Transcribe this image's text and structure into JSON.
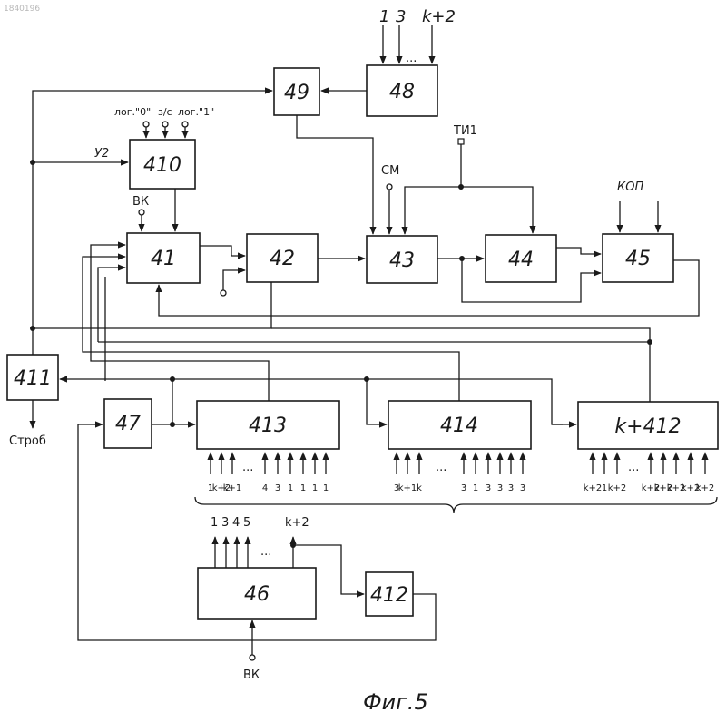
{
  "doc_number": "1840196",
  "figure_caption": "Фиг.5",
  "blocks": {
    "b41": "41",
    "b42": "42",
    "b43": "43",
    "b44": "44",
    "b45": "45",
    "b46": "46",
    "b47": "47",
    "b48": "48",
    "b49": "49",
    "b410": "410",
    "b411": "411",
    "b412": "412",
    "b413": "413",
    "b414": "414",
    "bk412": "k+412"
  },
  "labels": {
    "in48_a": "1",
    "in48_b": "3",
    "in48_dots": "...",
    "in48_c": "k+2",
    "log0": "лог.\"0\"",
    "zc": "з/с",
    "log1": "лог.\"1\"",
    "u2": "У2",
    "vk_top": "ВК",
    "ti1": "ТИ1",
    "cm": "СМ",
    "kop": "КОП",
    "strob": "Строб",
    "vk_bottom": "ВК",
    "in46_a": "1",
    "in46_b": "3",
    "in46_c": "4",
    "in46_d": "5",
    "in46_dots": "...",
    "in46_e": "k+2",
    "dots": "..."
  },
  "pins_413": [
    "1",
    "k+2",
    "k+1",
    "4",
    "3",
    "1",
    "1",
    "1",
    "1"
  ],
  "pins_414": [
    "3",
    "k+1",
    "k",
    "3",
    "1",
    "3",
    "3",
    "3",
    "3"
  ],
  "pins_k412": [
    "k+2",
    "1",
    "k+2",
    "k+2",
    "k+2",
    "k+2",
    "k+2",
    "k+2"
  ]
}
